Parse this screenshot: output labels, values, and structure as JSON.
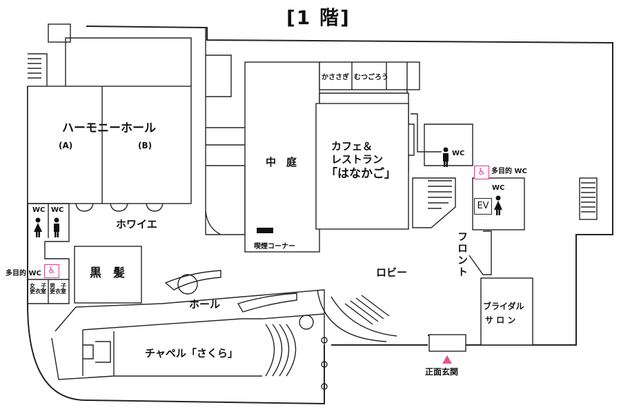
{
  "title": "[1 階]",
  "rooms": {
    "harmony_hall": "ハーモニーホール",
    "harmony_a": "(A)",
    "harmony_b": "(B)",
    "foyer": "ホワイエ",
    "courtyard": "中　庭",
    "smoking": "喫煙コーナー",
    "shop_1": "かささぎ",
    "shop_2": "むつごろう",
    "cafe_line1": "カフェ＆",
    "cafe_line2": "レストラン",
    "cafe_line3": "「はなかご」",
    "kurokami": "黒　髪",
    "hall": "ホール",
    "chapel": "チャペル「さくら」",
    "lobby": "ロビー",
    "front": "フロント",
    "bridal_line1": "ブライダル",
    "bridal_line2": "サ ロ ン",
    "entrance": "正面玄関",
    "ev": "EV"
  },
  "facilities": {
    "wc": "WC",
    "multi_wc": "多目的 WC",
    "women_dressing": "女　子\n更衣室",
    "men_dressing": "男　子\n更衣室"
  },
  "colors": {
    "accent": "#e0558f",
    "wall": "#222222"
  },
  "icons": [
    "male-wc-icon",
    "female-wc-icon",
    "wheelchair-icon",
    "smoking-icon",
    "entrance-arrow-icon"
  ]
}
